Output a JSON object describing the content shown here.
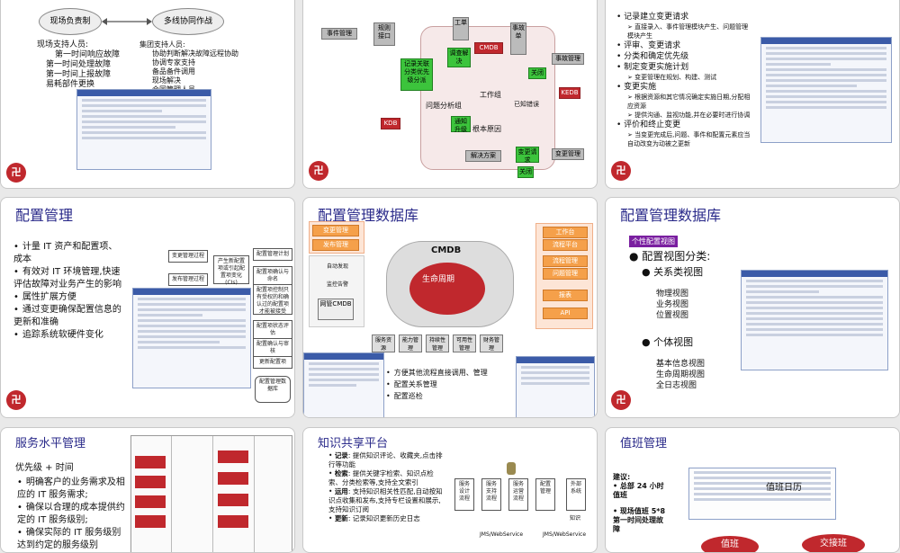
{
  "slides": {
    "s1": {
      "node_a": "现场负责制",
      "node_b": "多线协同作战",
      "left_title": "现场支持人员:",
      "left_items": [
        "第一时间响应故障",
        "第一时间处理故障",
        "第一时间上报故障",
        "易耗部件更换"
      ],
      "right_title": "集团支持人员:",
      "right_items": [
        "协助判断解决故障远程协助",
        "协调专家支持",
        "备品备件调用",
        "现场解决",
        "合同管理人员"
      ]
    },
    "s2": {
      "boxes": {
        "event": "事件管理",
        "rules": "规则接口",
        "record": "记录关联分类优先级分派",
        "workorder": "工单",
        "cmdb": "CMDB",
        "investigate": "调查解决",
        "fault": "事故单",
        "close1": "关闭",
        "problem_mgmt": "事故管理",
        "problem_group": "问题分析组",
        "workgroup": "工作组",
        "known_error": "已知错误",
        "kedb": "KEDB",
        "kdb": "KDB",
        "notify": "通知升级",
        "root_cause": "根本原因",
        "solution": "解决方案",
        "change_req": "变更请求",
        "change_mgmt": "变更管理",
        "close2": "关闭"
      }
    },
    "s3": {
      "items": [
        {
          "t": "记录建立变更请求",
          "subs": [
            "直接录入、事件管理模块产生、问题管理模块产生"
          ]
        },
        {
          "t": "评审、变更请求",
          "subs": []
        },
        {
          "t": "分类和确定优先级",
          "subs": []
        },
        {
          "t": "制定变更实施计划",
          "subs": [
            "变更管理在规划、构建、测试"
          ]
        },
        {
          "t": "变更实施",
          "subs": [
            "根据资源和其它情况确定实施日期,分配相应资源",
            "提供沟通、监视功能,并在必要时进行协调"
          ]
        },
        {
          "t": "评价和终止变更",
          "subs": [
            "当变更完成后,问题、事件和配置元素应当自动改变为动被之更新"
          ]
        }
      ]
    },
    "s4": {
      "title": "配置管理",
      "items": [
        "计量 IT 资产和配置项、成本",
        "有效对 IT 环境管理,快速评估故障对业务产生的影响",
        "属性扩展方便",
        "通过变更确保配置信息的更新和准确",
        "追踪系统软硬件变化"
      ],
      "flow": [
        "变更管理过程",
        "发布管理过程",
        "产生新配置项或引起配置项变化(CIs)",
        "配置管理计划",
        "配置项确认与命名",
        "配置项控制只有受权的和确认过的配置项才能被接受",
        "配置项状态评估",
        "配置确认与审核",
        "更新配置项",
        "配置管理数据库"
      ]
    },
    "s5": {
      "title": "配置管理数据库",
      "left_boxes": [
        "变更管理",
        "发布管理"
      ],
      "left_labels": [
        "自动发现",
        "监控告警",
        "网管CMDB"
      ],
      "cmdb": "CMDB",
      "lifecycle": "生命周期",
      "right_boxes": [
        "工作台",
        "流程平台",
        "流程管理",
        "问题管理",
        "报表",
        "API"
      ],
      "bottom": [
        "服务资源",
        "能力管理",
        "持续性管理",
        "可用性管理",
        "财务管理"
      ],
      "bullets": [
        "方便其他流程直接调用、管理",
        "配置关系管理",
        "配置巡检"
      ]
    },
    "s6": {
      "title": "配置管理数据库",
      "badge": "个性配置视图",
      "heading": "配置视图分类:",
      "group1": "关系类视图",
      "group1_items": [
        "物理视图",
        "业务视图",
        "位置视图"
      ],
      "group2": "个体视图",
      "group2_items": [
        "基本信息视图",
        "生命周期视图",
        "全日志视图"
      ]
    },
    "s7": {
      "title": "服务水平管理",
      "lead": "优先级 + 时间",
      "items": [
        "明确客户的业务需求及相应的 IT 服务需求;",
        "确保以合理的成本提供约定的 IT 服务级别;",
        "确保实际的 IT 服务级别达到约定的服务级别"
      ]
    },
    "s8": {
      "title": "知识共享平台",
      "items": [
        {
          "k": "记录",
          "v": ": 提供知识评论、收藏夹,点击排行等功能"
        },
        {
          "k": "检索",
          "v": ": 提供关键字检索、知识点检索、分类检索等,支持全文索引"
        },
        {
          "k": "运用",
          "v": ": 支持知识相关性匹配,自动按知识点收集和发布,支持专栏设置和展示,支持知识订阅"
        },
        {
          "k": "更新",
          "v": ": 记录知识更新历史日志"
        }
      ],
      "diagram": [
        "服务设计流程",
        "服务支持流程",
        "服务运营流程",
        "配置管理",
        "外部系统",
        "知识",
        "JMS/WebService",
        "JMS/WebService"
      ]
    },
    "s9": {
      "title": "值班管理",
      "lead": "建议:",
      "items": [
        "总部 24 小时值班",
        "现场值班 5*8 第一时间处理故障"
      ],
      "calendar_label": "值班日历",
      "btn_a": "值班",
      "btn_b": "交接班"
    }
  }
}
